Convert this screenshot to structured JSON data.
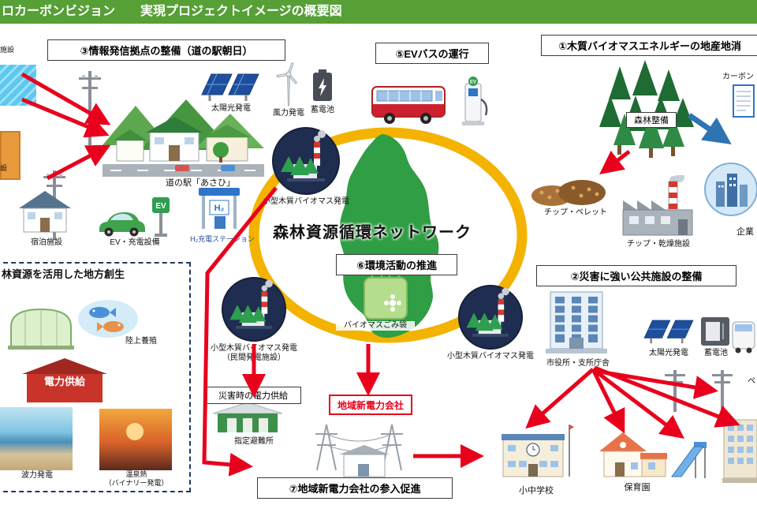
{
  "colors": {
    "header_green": "#56a036",
    "arrow_red": "#e8001c",
    "ring_yellow": "#f3b300",
    "map_green": "#2f9e44",
    "accent_blue": "#2e74b5"
  },
  "header": {
    "title": "ロカーボンビジョン　　実現プロジェクトイメージの概要図"
  },
  "network": {
    "title": "森林資源循環ネットワーク"
  },
  "sections": {
    "s1": "①木質バイオマスエネルギーの地産地消",
    "s2": "②災害に強い公共施設の整備",
    "s3": "③情報発信拠点の整備（道の駅朝日）",
    "s4": "林資源を活用した地方創生",
    "s5": "⑤EVバスの運行",
    "s6": "⑥環境活動の推進",
    "s7": "⑦地域新電力会社の参入促進"
  },
  "labels": {
    "solar_top": "太陽光発電",
    "wind": "風力発電",
    "battery_top": "蓄電池",
    "michinoeki": "道の駅「あさひ」",
    "ev_charge": "EV・充電設備",
    "h2_station": "H₂充電ステーション",
    "lodging": "宿泊施設",
    "biomass_small": "小型木質バイオマス発電",
    "biomass_private": "小型木質バイオマス発電\n（民間発電施設）",
    "biomass_small2": "小型木質バイオマス発電",
    "forest": "森林整備",
    "chips": "チップ・ペレット",
    "chip_dry": "チップ・乾燥施設",
    "carbon": "カーボン",
    "company": "企業",
    "trash_bag": "バイオマスごみ袋",
    "aquaculture": "陸上養殖",
    "power_supply": "電力供給",
    "wave": "波力発電",
    "onsen": "温泉熱\n（バイナリー発電）",
    "disaster_power": "災害時の電力供給",
    "shelter": "指定避難所",
    "new_power_co": "地域新電力会社",
    "city_hall": "市役所・支所庁舎",
    "solar_right": "太陽光発電",
    "battery_right": "蓄電池",
    "school": "小中学校",
    "nursery": "保育園",
    "facility_cut": "施設",
    "setsu_cut": "設",
    "pe_cut": "ペ",
    "ev_sign": "EV",
    "h2_mark": "H₂"
  }
}
